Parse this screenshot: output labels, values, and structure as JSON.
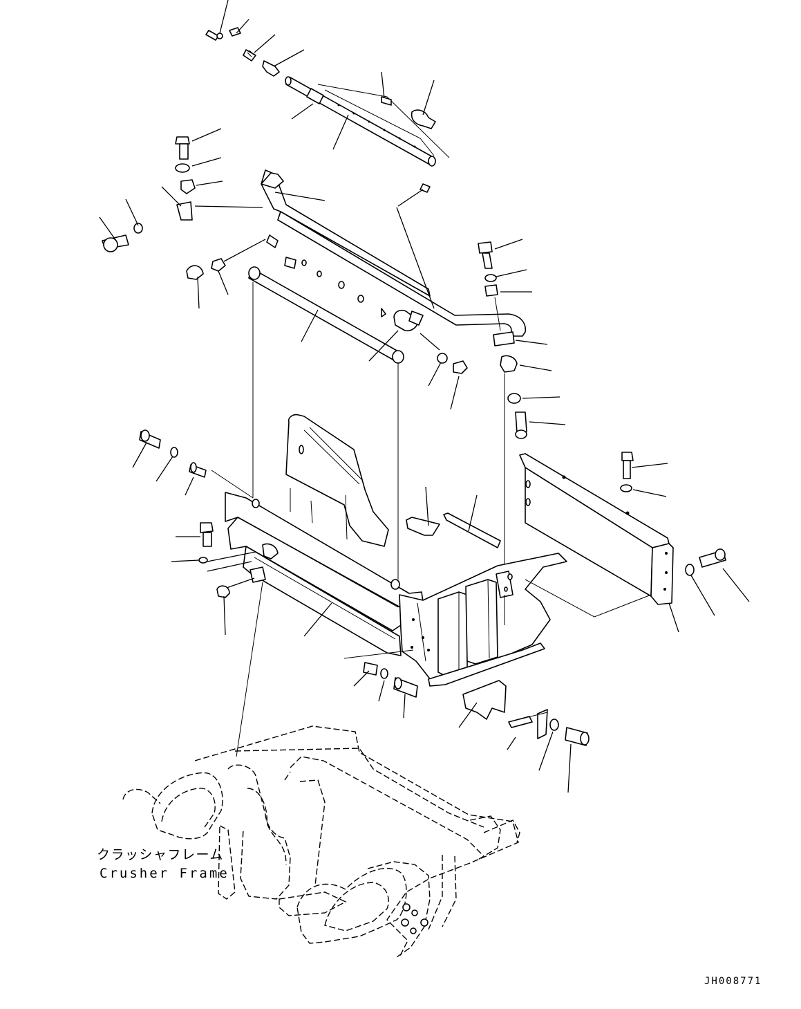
{
  "crusher_frame": {
    "label_jp": "クラッシャフレーム",
    "label_en": "Crusher Frame"
  },
  "drawing_number": "JH008771"
}
